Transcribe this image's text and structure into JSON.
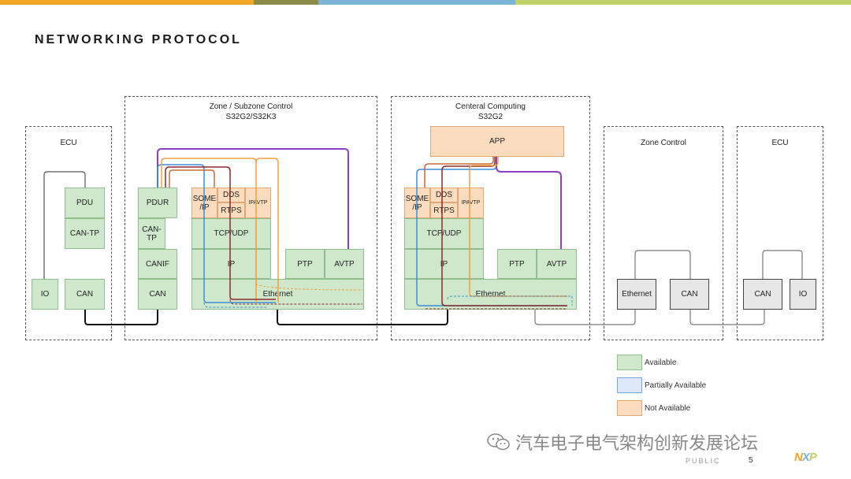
{
  "header": {
    "title": "NETWORKING PROTOCOL",
    "bar_colors": [
      "#f2a527",
      "#8c8a48",
      "#7ab4d6",
      "#c0d36b"
    ]
  },
  "zones": {
    "ecu_left": {
      "title": "ECU"
    },
    "zone_subzone": {
      "title": "Zone / Subzone Control",
      "subtitle": "S32G2/S32K3"
    },
    "central": {
      "title": "Centeral Computing",
      "subtitle": "S32G2"
    },
    "zone_control": {
      "title": "Zone Control"
    },
    "ecu_right": {
      "title": "ECU"
    }
  },
  "ecu_left": {
    "pdu": "PDU",
    "can_tp": "CAN-TP",
    "io": "IO",
    "can": "CAN"
  },
  "zone_subzone": {
    "pdur": "PDUR",
    "can_tp": "CAN-\nTP",
    "canif": "CANIF",
    "can": "CAN",
    "some_ip": "SOME\n/IP",
    "dds": "DDS",
    "rtps": "RTPS",
    "ipavtp": "IPAVTP",
    "tcp_udp": "TCP/UDP",
    "ip": "IP",
    "ptp": "PTP",
    "avtp": "AVTP",
    "ethernet": "Ethernet"
  },
  "central": {
    "app": "APP",
    "some_ip": "SOME\n/IP",
    "dds": "DDS",
    "rtps": "RTPS",
    "ipavtp": "IPAVTP",
    "tcp_udp": "TCP/UDP",
    "ip": "IP",
    "ptp": "PTP",
    "avtp": "AVTP",
    "ethernet": "Ethernet"
  },
  "zone_control": {
    "ethernet": "Ethernet",
    "can": "CAN"
  },
  "ecu_right": {
    "can": "CAN",
    "io": "IO"
  },
  "legend": {
    "available": "Available",
    "partial": "Partially Available",
    "not_available": "Not Available",
    "colors": {
      "available": "#cfe8cc",
      "partial": "#dce8f8",
      "not_available": "#fbdcbf"
    }
  },
  "footer": {
    "public": "PUBLIC",
    "page": "5",
    "watermark": "汽车电子电气架构创新发展论坛",
    "logo": "NXP"
  }
}
